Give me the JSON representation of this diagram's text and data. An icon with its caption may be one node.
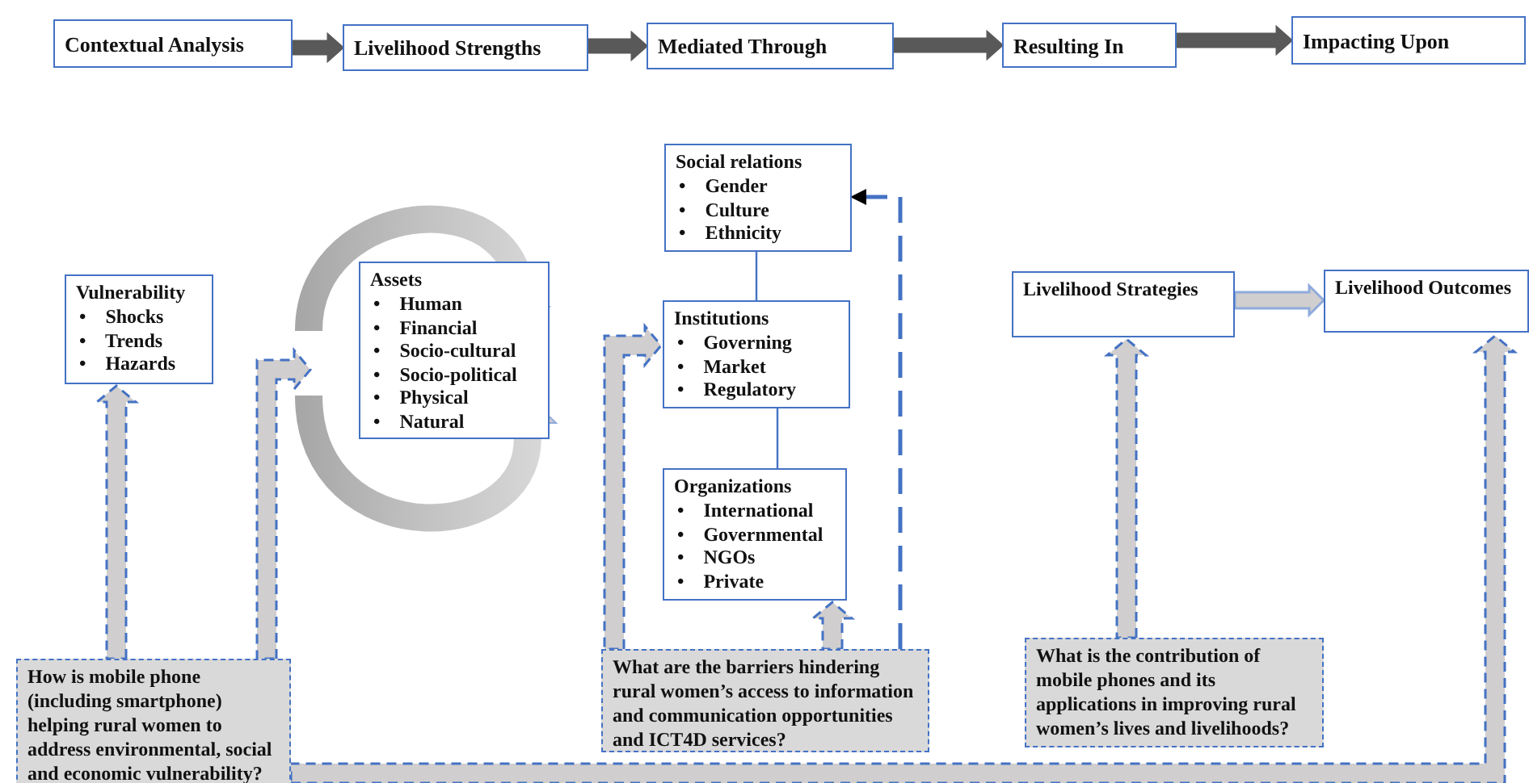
{
  "diagram": {
    "nodes": [
      {
        "text": [
          "Contextual Analysis"
        ]
      },
      {
        "text": [
          "Livelihood Strengths"
        ]
      },
      {
        "text": [
          "Mediated Through"
        ]
      },
      {
        "text": [
          "Resulting In"
        ]
      },
      {
        "text": [
          "Impacting Upon"
        ]
      },
      {
        "text": [
          "Vulnerability",
          "• Shocks",
          "• Trends",
          "• Hazards"
        ]
      },
      {
        "text": [
          "Assets",
          "• Human",
          "• Financial",
          "• Socio-cultural",
          "• Socio-political",
          "• Physical",
          "• Natural"
        ]
      },
      {
        "text": [
          "Social relations",
          "• Gender",
          "• Culture",
          "• Ethnicity"
        ]
      },
      {
        "text": [
          "Institutions",
          "• Governing",
          "• Market",
          "• Regulatory"
        ]
      },
      {
        "text": [
          "Organizations",
          "• International",
          "• Governmental",
          "• NGOs",
          "• Private"
        ]
      },
      {
        "text": [
          "Livelihood Strategies"
        ]
      },
      {
        "text": [
          "Livelihood Outcomes"
        ]
      },
      {
        "text": [
          "How is mobile phone (including smartphone) helping rural women to address environmental, social and economic vulnerability?"
        ]
      },
      {
        "text": [
          "What are the barriers hindering rural women’s access to information and communication opportunities and ICT4D services?"
        ]
      },
      {
        "text": [
          "What is the contribution of mobile phones and its applications in improving rural women’s lives and livelihoods?"
        ]
      }
    ],
    "edges": [
      {
        "from": 0,
        "to": 1,
        "arrow": "to",
        "style": "thick"
      },
      {
        "from": 1,
        "to": 2,
        "arrow": "to",
        "style": "thick"
      },
      {
        "from": 2,
        "to": 3,
        "arrow": "to",
        "style": "thick"
      },
      {
        "from": 3,
        "to": 4,
        "arrow": "to",
        "style": "thick"
      },
      {
        "from": 12,
        "to": 5,
        "arrow": "to",
        "style": "dashed"
      },
      {
        "from": 12,
        "to": 6,
        "arrow": "to",
        "style": "dashed"
      },
      {
        "from": 13,
        "to": 8,
        "arrow": "to",
        "style": "dashed"
      },
      {
        "from": 13,
        "to": 9,
        "arrow": "to",
        "style": "dashed"
      },
      {
        "from": 13,
        "to": 7,
        "arrow": "to",
        "style": "dashed",
        "color": "#4472c4"
      },
      {
        "from": 7,
        "to": 8,
        "arrow": "none",
        "color": "#4472c4"
      },
      {
        "from": 8,
        "to": 9,
        "arrow": "none",
        "color": "#4472c4"
      },
      {
        "from": 14,
        "to": 10,
        "arrow": "to",
        "style": "dashed"
      },
      {
        "from": 10,
        "to": 11,
        "arrow": "to"
      },
      {
        "from": 12,
        "to": 11,
        "arrow": "to",
        "style": "dashed"
      }
    ]
  }
}
